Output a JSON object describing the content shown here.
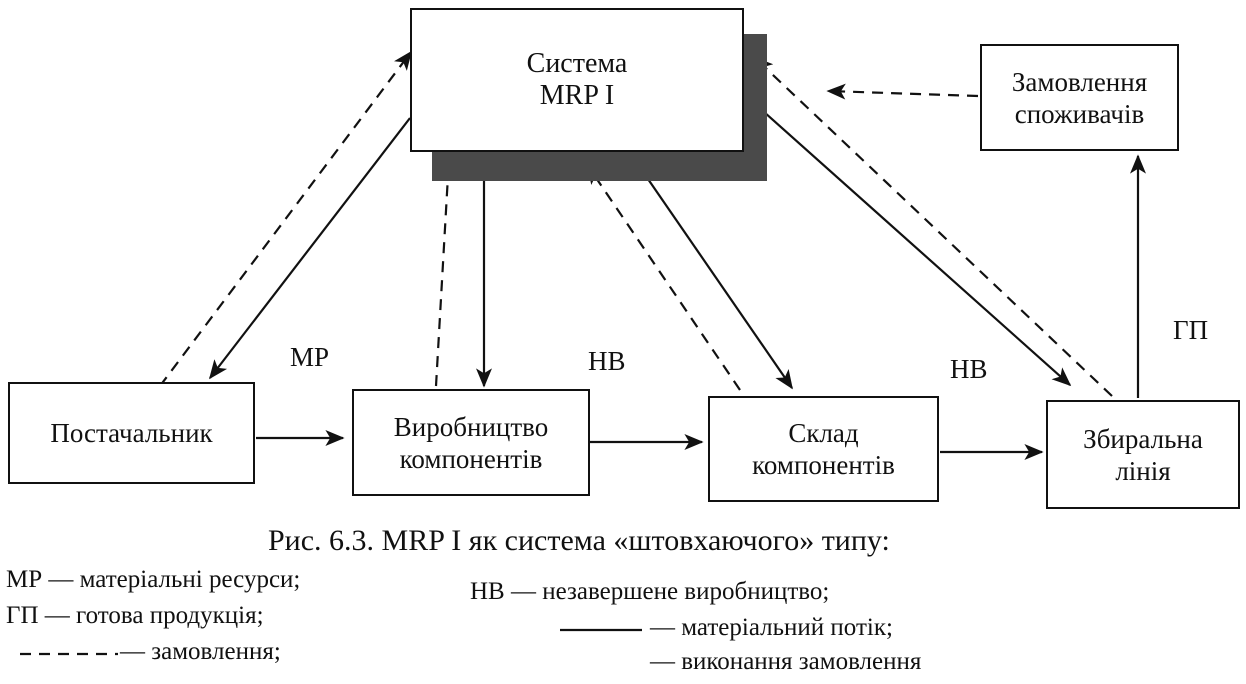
{
  "boxes": {
    "mrp": [
      "Система",
      "MRP I"
    ],
    "orders": [
      "Замовлення",
      "споживачів"
    ],
    "supplier": [
      "Постачальник"
    ],
    "production": [
      "Виробництво",
      "компонентів"
    ],
    "warehouse": [
      "Склад",
      "компонентів"
    ],
    "assembly": [
      "Збиральна",
      "лінія"
    ]
  },
  "flow_labels": {
    "mr": "МР",
    "nv1": "НВ",
    "nv2": "НВ",
    "gp": "ГП"
  },
  "caption": "Рис. 6.3. MRP I як система «штовхаючого» типу:",
  "legend": {
    "mr": "МР — матеріальні ресурси;",
    "gp": "ГП — готова продукція;",
    "orders": "— замовлення;",
    "nv": "НВ — незавершене виробництво;",
    "material_flow": "— матеріальний потік;",
    "execution": "— виконання замовлення"
  }
}
